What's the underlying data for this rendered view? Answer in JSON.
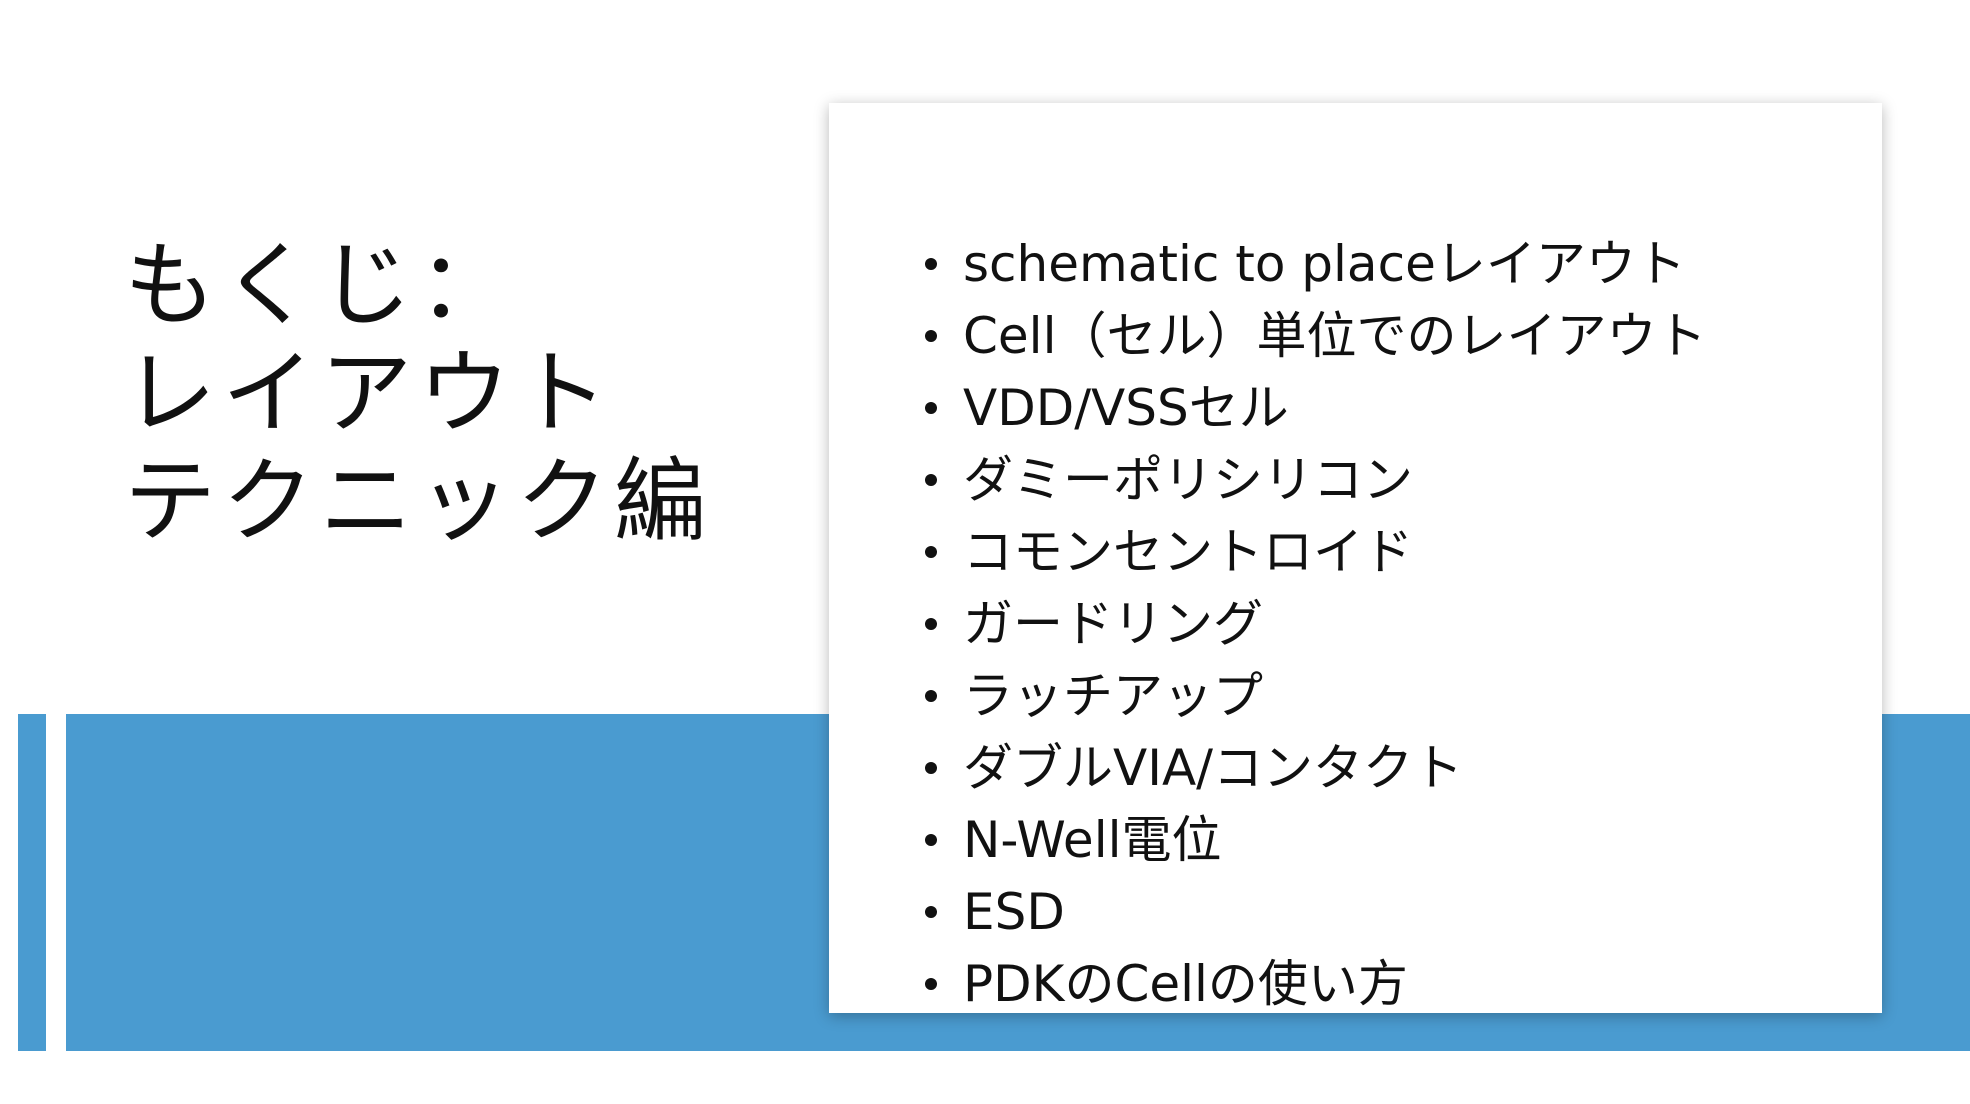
{
  "slide": {
    "title_lines": [
      "もくじ：",
      "レイアウト",
      "テクニック編"
    ],
    "toc": [
      "schematic to placeレイアウト",
      "Cell（セル）単位でのレイアウト",
      "VDD/VSSセル",
      "ダミーポリシリコン",
      "コモンセントロイド",
      "ガードリング",
      "ラッチアップ",
      "ダブルVIA/コンタクト",
      "N-Well電位",
      "ESD",
      "PDKのCellの使い方"
    ]
  },
  "colors": {
    "accent": "#4a9bd0",
    "text": "#111111",
    "background": "#ffffff"
  }
}
